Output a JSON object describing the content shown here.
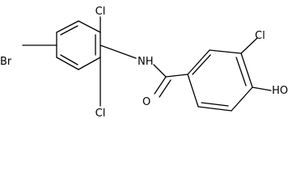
{
  "molecule": {
    "atoms": {
      "cl_top": "Cl",
      "cl_bottom": "Cl",
      "br": "Br",
      "nh": "NH",
      "o": "O",
      "cl_right": "Cl",
      "oh": "HO"
    }
  },
  "colors": {
    "bond": "#000000",
    "label": "#000000",
    "background": "#ffffff"
  }
}
